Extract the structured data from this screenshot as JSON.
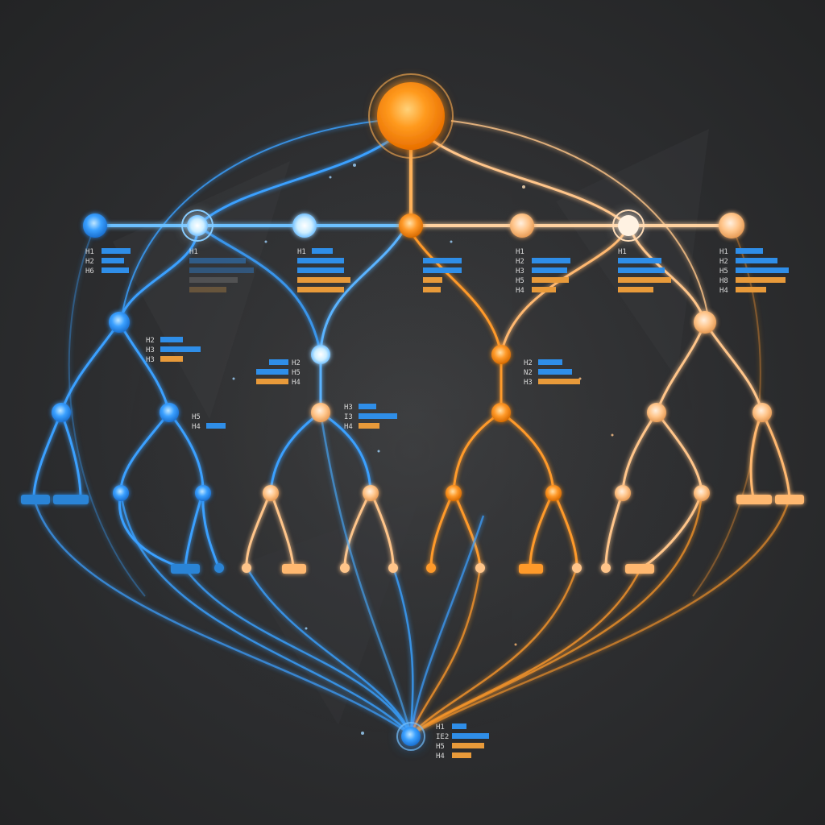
{
  "theme": {
    "blue": "#3aa0ff",
    "orange": "#ff9a2a",
    "peach": "#ffc58a",
    "background": "#2e2f31"
  },
  "legends": {
    "l1": [
      "H1",
      "H2",
      "H6"
    ],
    "l2": [
      "H1"
    ],
    "l3": [
      "H1"
    ],
    "l4": [
      "H1",
      "H2",
      "H3",
      "H5",
      "H4"
    ],
    "l5": [
      "H1"
    ],
    "l6": [
      "H1",
      "H2",
      "H5",
      "H8",
      "H4"
    ],
    "l7": [
      "H2",
      "H3",
      "H3"
    ],
    "l8": [
      "H2",
      "H5",
      "H4"
    ],
    "l9": [
      "H5",
      "H4"
    ],
    "l10": [
      "H3",
      "I3",
      "H4"
    ],
    "l11": [
      "H2",
      "N2",
      "H3"
    ],
    "l12": [
      "H1",
      "IE2",
      "H5",
      "H4"
    ]
  }
}
